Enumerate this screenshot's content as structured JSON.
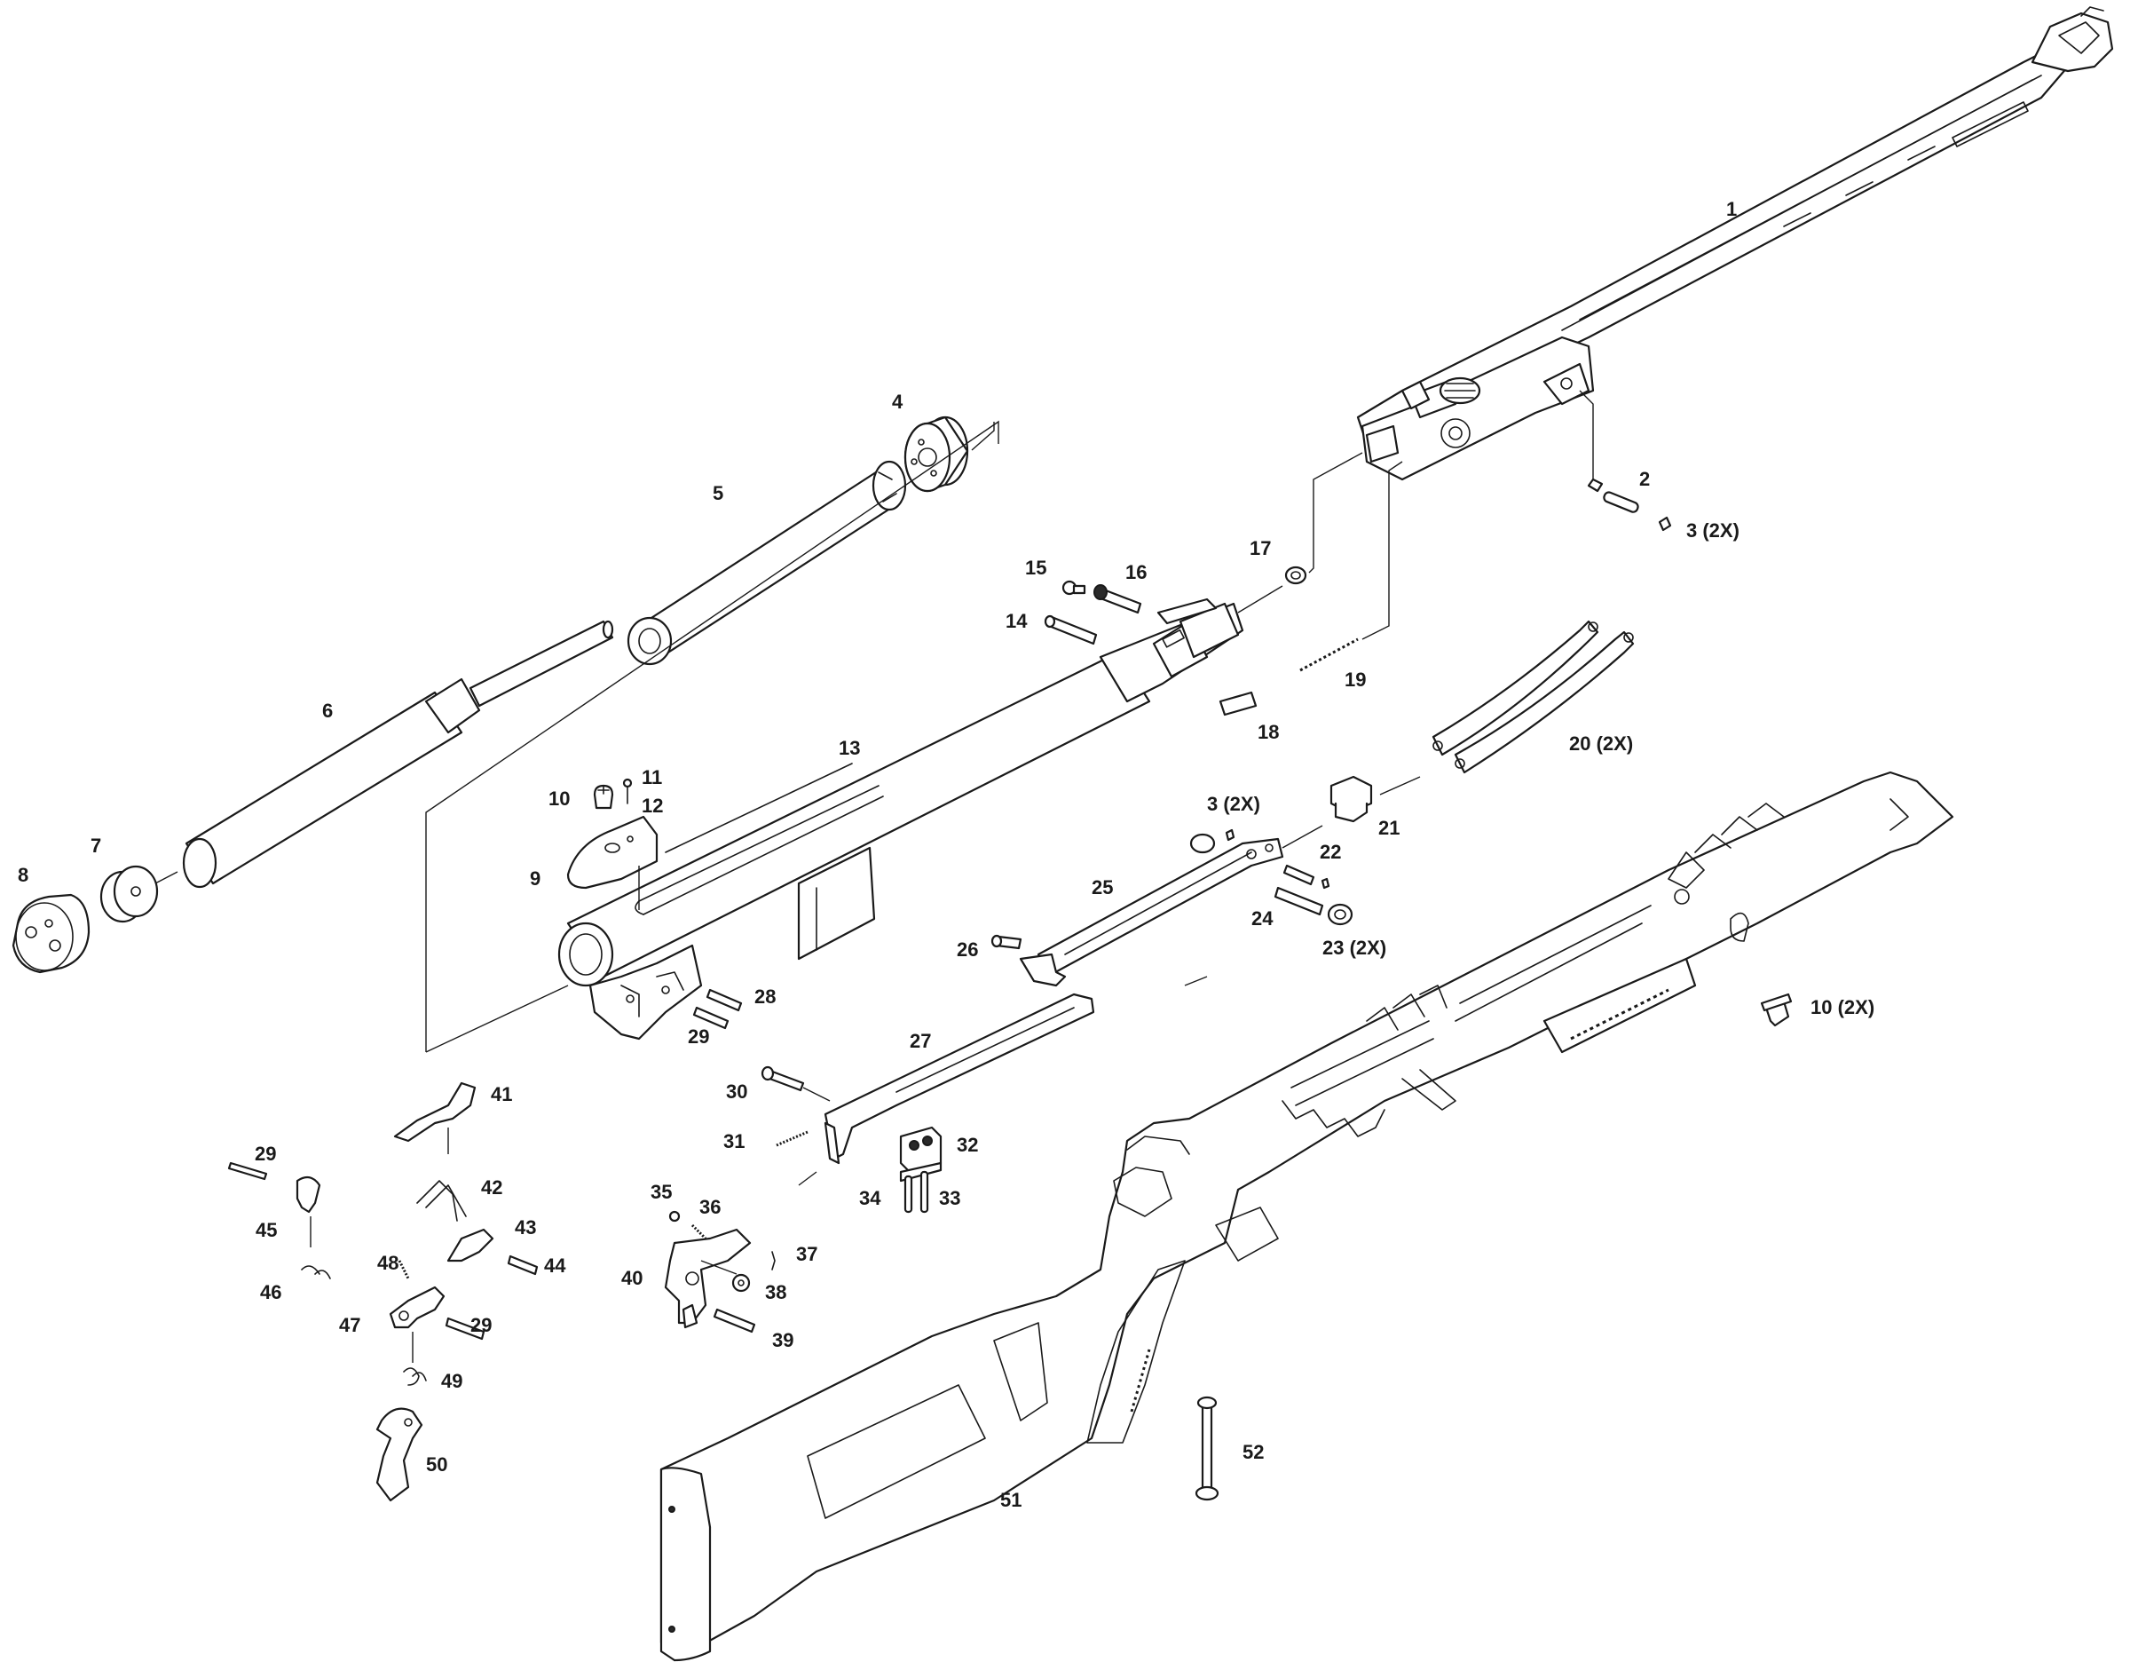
{
  "callouts": [
    {
      "id": "p1",
      "text": "1"
    },
    {
      "id": "p2",
      "text": "2"
    },
    {
      "id": "p3a",
      "text": "3 (2X)"
    },
    {
      "id": "p3b",
      "text": "3 (2X)"
    },
    {
      "id": "p4",
      "text": "4"
    },
    {
      "id": "p5",
      "text": "5"
    },
    {
      "id": "p6",
      "text": "6"
    },
    {
      "id": "p7",
      "text": "7"
    },
    {
      "id": "p8",
      "text": "8"
    },
    {
      "id": "p9",
      "text": "9"
    },
    {
      "id": "p10a",
      "text": "10"
    },
    {
      "id": "p10b",
      "text": "10 (2X)"
    },
    {
      "id": "p11",
      "text": "11"
    },
    {
      "id": "p12",
      "text": "12"
    },
    {
      "id": "p13",
      "text": "13"
    },
    {
      "id": "p14",
      "text": "14"
    },
    {
      "id": "p15",
      "text": "15"
    },
    {
      "id": "p16",
      "text": "16"
    },
    {
      "id": "p17",
      "text": "17"
    },
    {
      "id": "p18",
      "text": "18"
    },
    {
      "id": "p19",
      "text": "19"
    },
    {
      "id": "p20",
      "text": "20 (2X)"
    },
    {
      "id": "p21",
      "text": "21"
    },
    {
      "id": "p22",
      "text": "22"
    },
    {
      "id": "p23",
      "text": "23 (2X)"
    },
    {
      "id": "p24",
      "text": "24"
    },
    {
      "id": "p25",
      "text": "25"
    },
    {
      "id": "p26",
      "text": "26"
    },
    {
      "id": "p27",
      "text": "27"
    },
    {
      "id": "p28",
      "text": "28"
    },
    {
      "id": "p29a",
      "text": "29"
    },
    {
      "id": "p29b",
      "text": "29"
    },
    {
      "id": "p29c",
      "text": "29"
    },
    {
      "id": "p30",
      "text": "30"
    },
    {
      "id": "p31",
      "text": "31"
    },
    {
      "id": "p32",
      "text": "32"
    },
    {
      "id": "p33",
      "text": "33"
    },
    {
      "id": "p34",
      "text": "34"
    },
    {
      "id": "p35",
      "text": "35"
    },
    {
      "id": "p36",
      "text": "36"
    },
    {
      "id": "p37",
      "text": "37"
    },
    {
      "id": "p38",
      "text": "38"
    },
    {
      "id": "p39",
      "text": "39"
    },
    {
      "id": "p40",
      "text": "40"
    },
    {
      "id": "p41",
      "text": "41"
    },
    {
      "id": "p42",
      "text": "42"
    },
    {
      "id": "p43",
      "text": "43"
    },
    {
      "id": "p44",
      "text": "44"
    },
    {
      "id": "p45",
      "text": "45"
    },
    {
      "id": "p46",
      "text": "46"
    },
    {
      "id": "p47",
      "text": "47"
    },
    {
      "id": "p48",
      "text": "48"
    },
    {
      "id": "p49",
      "text": "49"
    },
    {
      "id": "p50",
      "text": "50"
    },
    {
      "id": "p51",
      "text": "51"
    },
    {
      "id": "p52",
      "text": "52"
    }
  ]
}
